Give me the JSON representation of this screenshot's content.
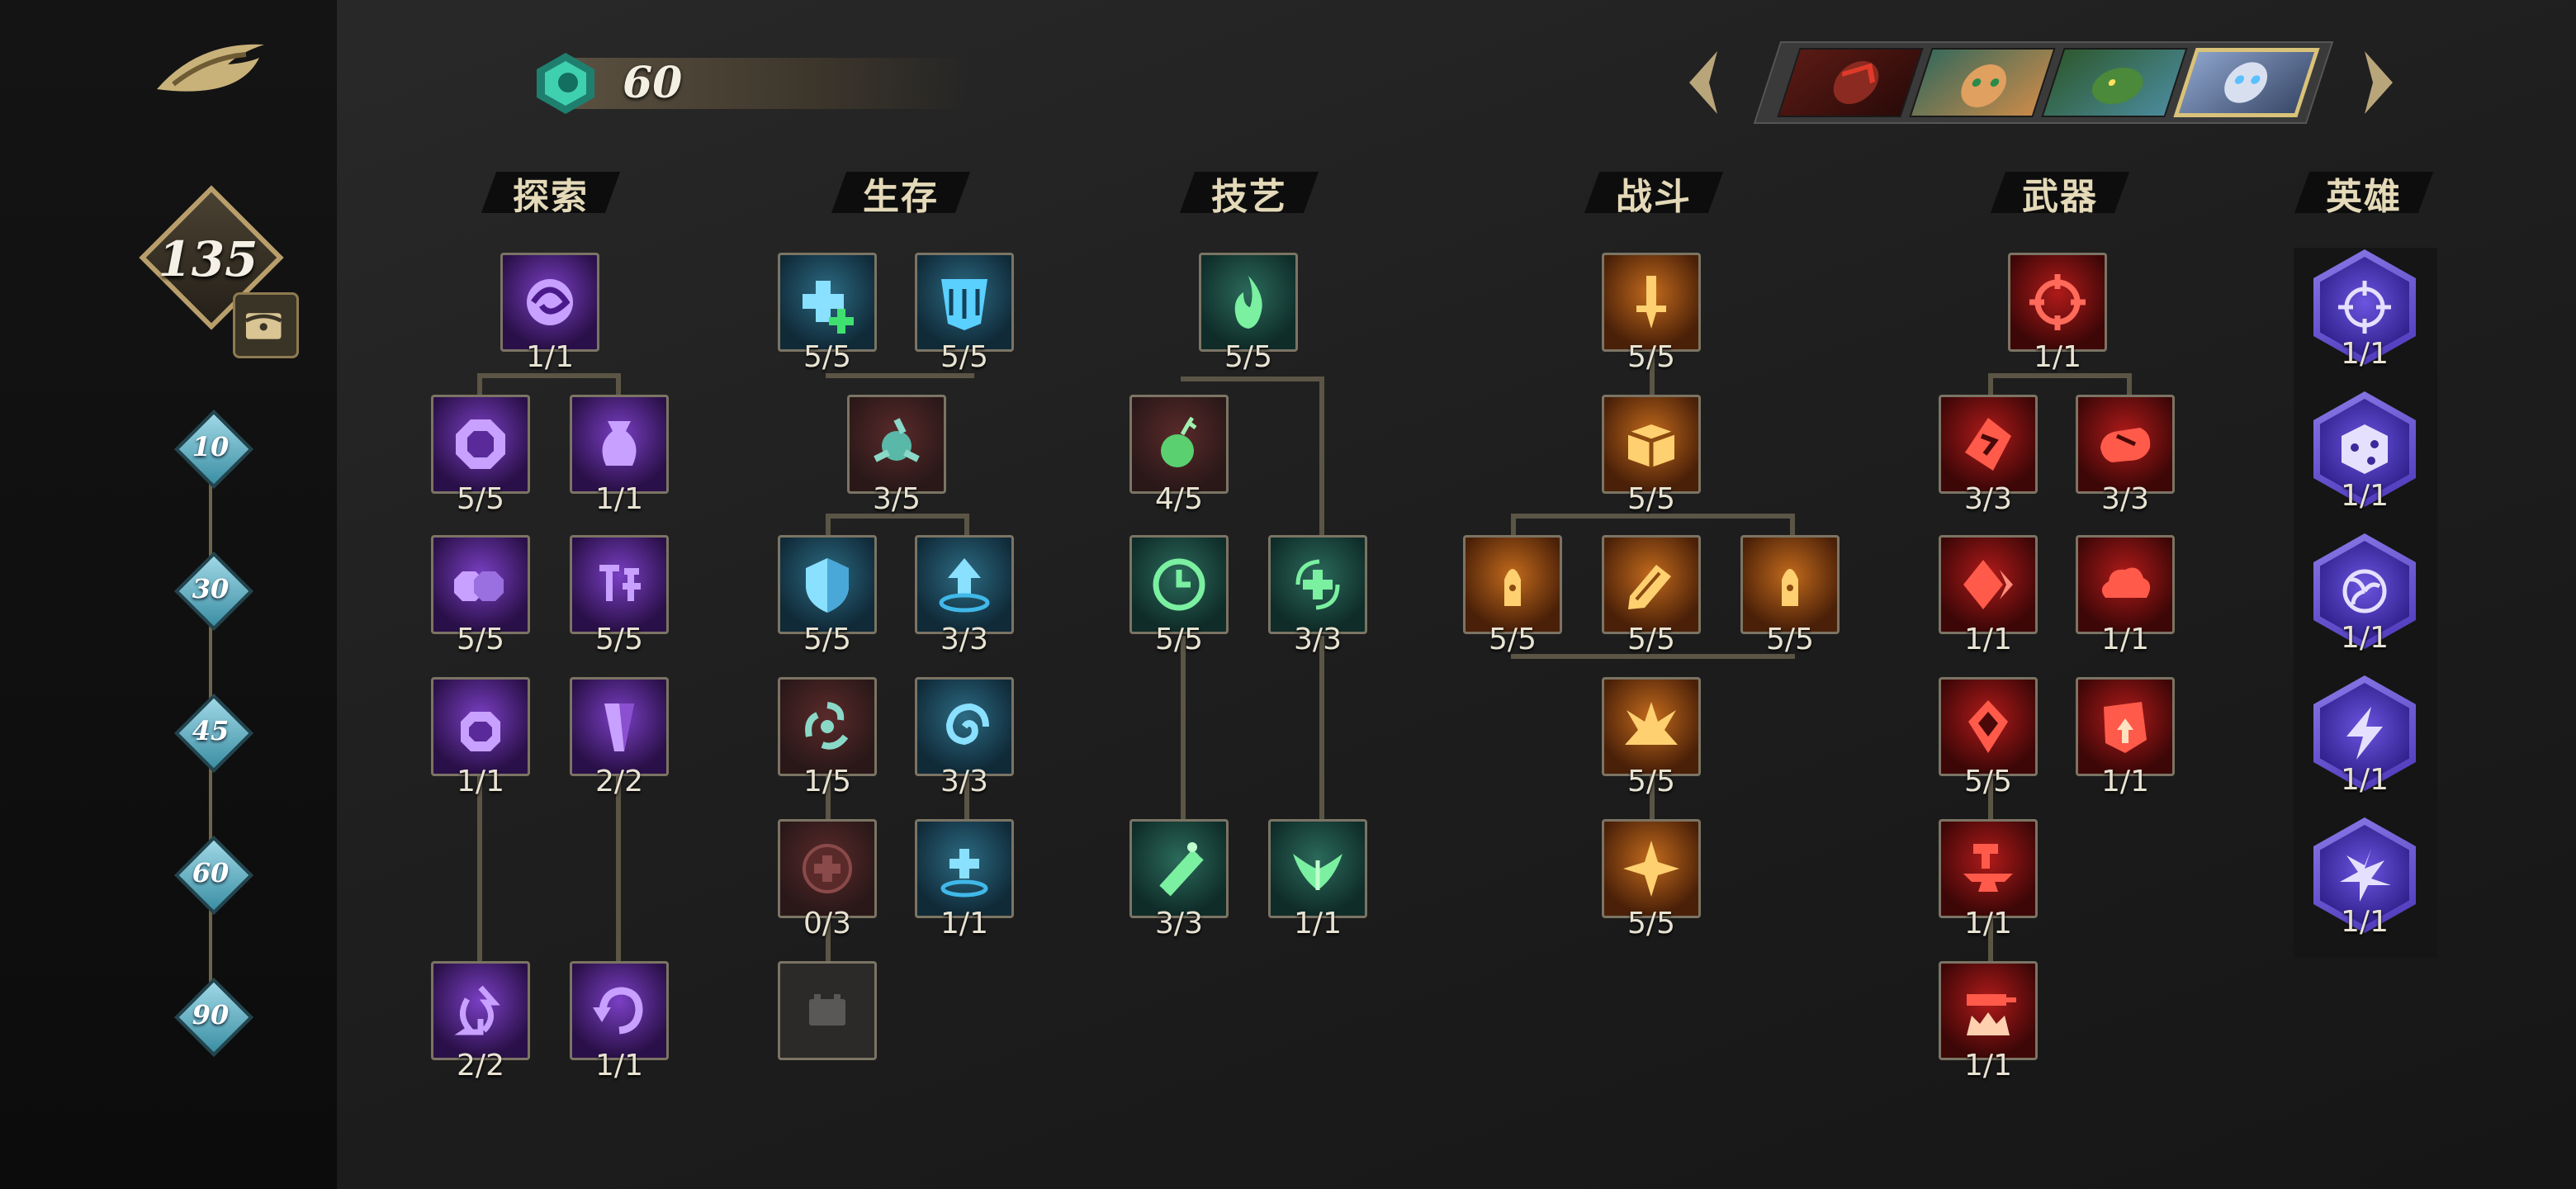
{
  "player": {
    "level": "135",
    "currency": "60"
  },
  "milestones": [
    "10",
    "30",
    "45",
    "60",
    "90"
  ],
  "columns": [
    "探索",
    "生存",
    "技艺",
    "战斗",
    "武器",
    "英雄"
  ],
  "colors": {
    "exploration": "#7a3fc4",
    "survival": "#2c6b83",
    "craft": "#2b6a5b",
    "combat": "#c26a1c",
    "weapon": "#b01a1a",
    "hero": "#6b55e0",
    "gold_accent": "#d9c27a"
  },
  "nodes": {
    "explore": [
      "1/1",
      "5/5",
      "1/1",
      "5/5",
      "5/5",
      "1/1",
      "2/2",
      "2/2",
      "1/1"
    ],
    "survival": [
      "5/5",
      "5/5",
      "3/5",
      "5/5",
      "3/3",
      "1/5",
      "3/3",
      "0/3",
      "1/1",
      ""
    ],
    "craft": [
      "5/5",
      "4/5",
      "5/5",
      "3/3",
      "3/3",
      "1/1"
    ],
    "combat": [
      "5/5",
      "5/5",
      "5/5",
      "5/5",
      "5/5",
      "5/5",
      "5/5"
    ],
    "weapon": [
      "1/1",
      "3/3",
      "3/3",
      "1/1",
      "1/1",
      "5/5",
      "1/1",
      "1/1",
      "1/1"
    ],
    "hero": [
      "1/1",
      "1/1",
      "1/1",
      "1/1",
      "1/1"
    ]
  },
  "icons": {
    "explore": [
      "swirl-icon",
      "octagon-coin-icon",
      "vase-icon",
      "double-coin-icon",
      "discount-tag-icon",
      "coin-glow-icon",
      "crystal-shard-icon",
      "recycle-icon",
      "undo-arrow-icon"
    ],
    "survival": [
      "heal-plus-icon",
      "shield-grid-icon",
      "trinity-orb-icon",
      "shield-icon",
      "arrow-up-ring-icon",
      "swirl-orbs-icon",
      "spiral-icon",
      "medkit-icon",
      "plus-ring-icon",
      "battery-icon"
    ],
    "craft": [
      "flame-icon",
      "bomb-icon",
      "clock-icon",
      "revive-plus-icon",
      "scroll-icon",
      "wings-icon"
    ],
    "combat": [
      "sword-icon",
      "crate-icon",
      "bullet-icon",
      "pen-bullet-icon",
      "bullet-icon",
      "explosion-icon",
      "star-burst-icon"
    ],
    "weapon": [
      "target-icon",
      "ricochet-icon",
      "fist-icon",
      "diamond-arrow-icon",
      "cloud-icon",
      "gem-arrow-icon",
      "shield-up-icon",
      "anvil-icon",
      "crown-gun-icon"
    ],
    "hero": [
      "crosshair-icon",
      "dice-icon",
      "vortex-icon",
      "lightning-icon",
      "burst-icon"
    ]
  },
  "hero_tabs": [
    "hero-1-portrait",
    "hero-2-portrait",
    "hero-3-portrait",
    "hero-4-portrait"
  ]
}
